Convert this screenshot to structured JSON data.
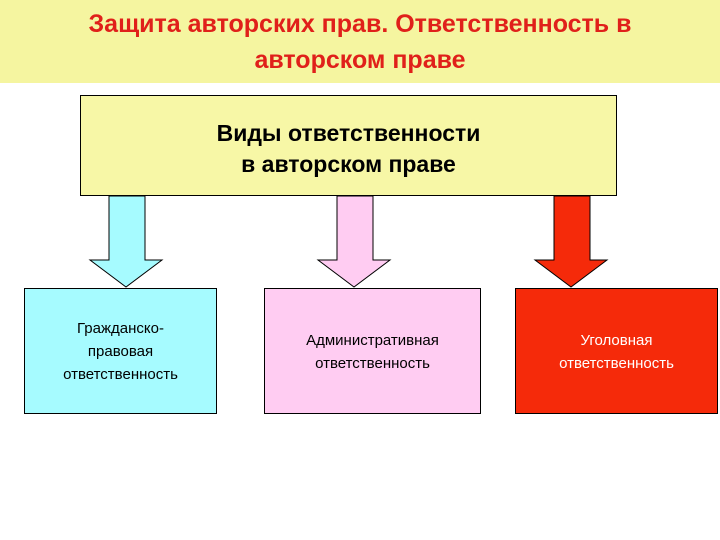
{
  "title": {
    "line1": "Защита авторских прав. Ответственность в",
    "line2": "авторском праве",
    "color": "#e0201a",
    "background": "#f5f5a0"
  },
  "main": {
    "line1": "Виды ответственности",
    "line2": "в авторском праве",
    "fill": "#f7f7a6"
  },
  "branches": [
    {
      "lines": [
        "Гражданско-",
        "правовая",
        "ответственность"
      ],
      "fill": "#a6fbff",
      "arrow_fill": "#a6fbff",
      "text_color": "#000000"
    },
    {
      "lines": [
        "Административная",
        "ответственность"
      ],
      "fill": "#ffccf2",
      "arrow_fill": "#ffccf2",
      "text_color": "#000000"
    },
    {
      "lines": [
        "Уголовная",
        "ответственность"
      ],
      "fill": "#f52a0a",
      "arrow_fill": "#f52a0a",
      "text_color": "#ffffff"
    }
  ]
}
